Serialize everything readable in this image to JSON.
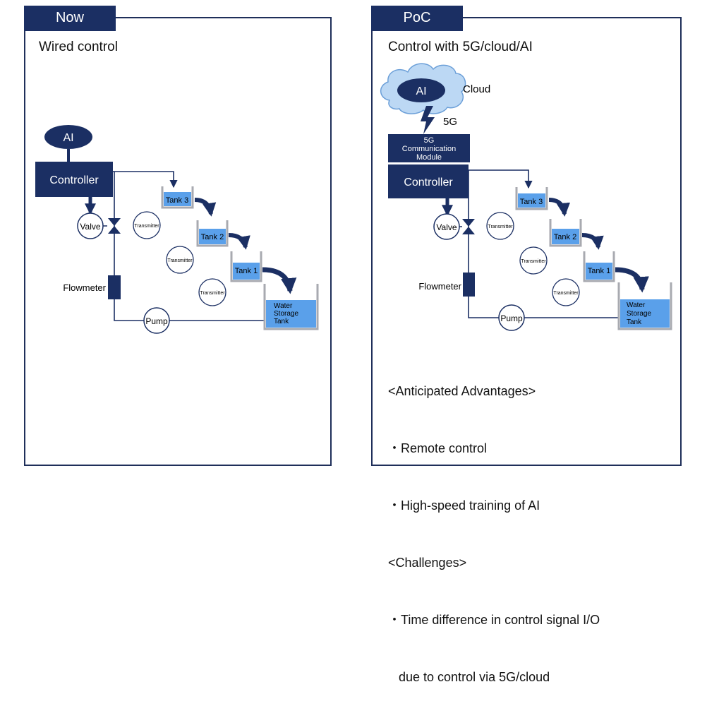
{
  "left": {
    "tab": "Now",
    "subtitle": "Wired control",
    "ai": "AI",
    "controller": "Controller",
    "valve": "Valve",
    "flowmeter": "Flowmeter",
    "pump": "Pump",
    "tanks": [
      "Tank 3",
      "Tank 2",
      "Tank 1"
    ],
    "transmitter": "Transmitter",
    "storage": [
      "Water",
      "Storage",
      "Tank"
    ]
  },
  "right": {
    "tab": "PoC",
    "subtitle": "Control with 5G/cloud/AI",
    "ai": "AI",
    "cloud": "Cloud",
    "link": "5G",
    "module": [
      "5G",
      "Communication",
      "Module"
    ],
    "controller": "Controller",
    "valve": "Valve",
    "flowmeter": "Flowmeter",
    "pump": "Pump",
    "tanks": [
      "Tank 3",
      "Tank 2",
      "Tank 1"
    ],
    "transmitter": "Transmitter",
    "storage": [
      "Water",
      "Storage",
      "Tank"
    ],
    "notes": [
      "<Anticipated Advantages>",
      "・Remote control",
      "・High-speed training of AI",
      "<Challenges>",
      "・Time difference in control signal I/O",
      "   due to control via 5G/cloud"
    ]
  },
  "colors": {
    "navy": "#1b2f63",
    "tank_blue": "#5aa0ea",
    "tank_wall": "#a8aab0",
    "cloud_fill": "#bcd8f4",
    "cloud_stroke": "#6b9fd8"
  }
}
